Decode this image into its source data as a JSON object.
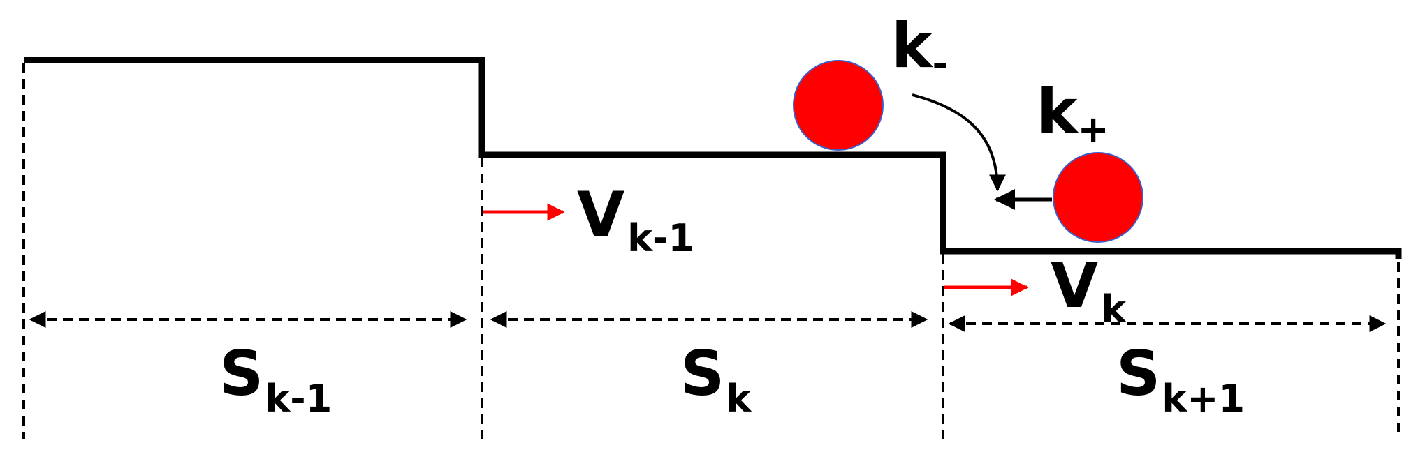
{
  "terraces": [
    {
      "main": "S",
      "sub": "k-1"
    },
    {
      "main": "S",
      "sub": "k"
    },
    {
      "main": "S",
      "sub": "k+1"
    }
  ],
  "velocities": [
    {
      "main": "V",
      "sub": "k-1"
    },
    {
      "main": "V",
      "sub": "k"
    }
  ],
  "rates": {
    "minus": {
      "main": "k",
      "sub": "-"
    },
    "plus": {
      "main": "k",
      "sub": "+"
    }
  },
  "colors": {
    "step_line": "#000000",
    "adatom": "#ff0000",
    "adatom_outline": "#3a5fcd",
    "velocity_arrow": "#ff0000"
  }
}
